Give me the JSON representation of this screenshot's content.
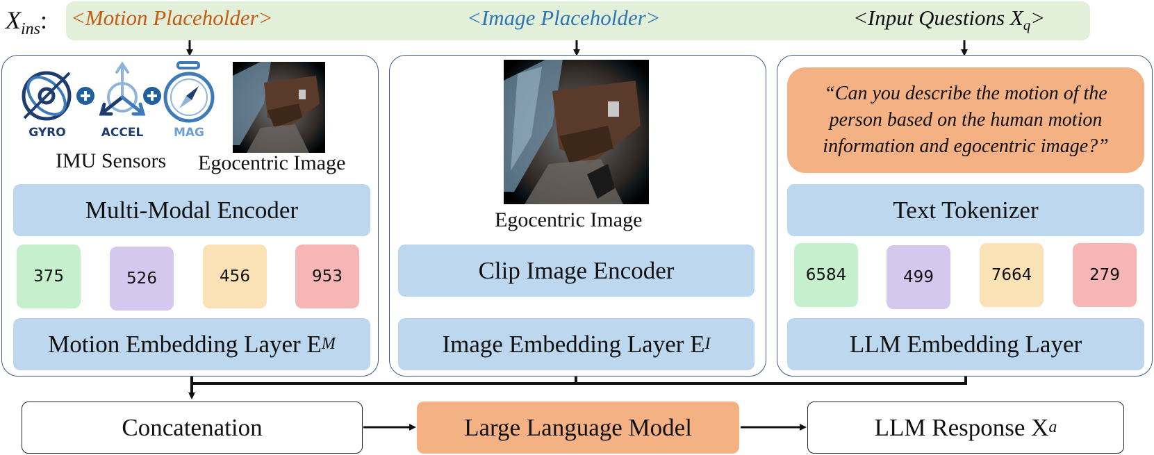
{
  "instruction": {
    "label_main": "X",
    "label_sub": "ins",
    "label_colon": ":",
    "motion_placeholder": "<Motion Placeholder>",
    "image_placeholder": "<Image Placeholder>",
    "questions_main": "<Input Questions X",
    "questions_sub": "q",
    "questions_end": ">",
    "colors": {
      "motion": "#c55a11",
      "image": "#2e75b6",
      "questions": "#111111",
      "bar": "#e2efd9"
    }
  },
  "left_panel": {
    "sensors": [
      {
        "label": "GYRO",
        "icon": "gyroscope-icon"
      },
      {
        "label": "ACCEL",
        "icon": "accelerometer-icon"
      },
      {
        "label": "MAG",
        "icon": "compass-icon"
      }
    ],
    "sensors_caption": "IMU Sensors",
    "image_caption": "Egocentric Image",
    "encoder": "Multi-Modal Encoder",
    "tokens": [
      "375",
      "526",
      "456",
      "953"
    ],
    "embedding_main": "Motion Embedding Layer E",
    "embedding_sub": "M"
  },
  "middle_panel": {
    "image_caption": "Egocentric Image",
    "encoder": "Clip Image Encoder",
    "embedding_main": "Image Embedding Layer E",
    "embedding_sub": "I"
  },
  "right_panel": {
    "question": "“Can you describe the motion of the person based on the human motion information and egocentric image?”",
    "tokenizer": "Text Tokenizer",
    "tokens": [
      "6584",
      "499",
      "7664",
      "279"
    ],
    "embedding": "LLM Embedding Layer"
  },
  "bottom": {
    "concat": "Concatenation",
    "llm": "Large Language Model",
    "response_main": "LLM Response X",
    "response_sub": "a"
  },
  "token_colors": [
    "#c6efce",
    "#d5c8ef",
    "#fbe1b6",
    "#f6b6b6"
  ],
  "accent_colors": {
    "blue_box": "#bdd7ee",
    "orange": "#f4b183",
    "panel_border": "#3d5a8a"
  }
}
